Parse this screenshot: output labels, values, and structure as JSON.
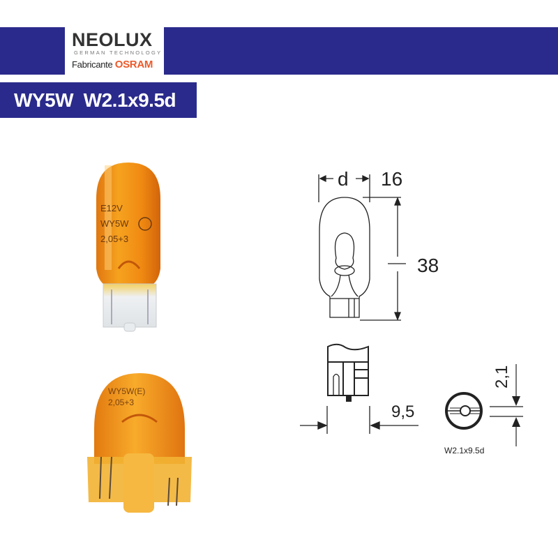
{
  "header": {
    "brand": "NEOLUX",
    "tagline": "GERMAN TECHNOLOGY",
    "maker_prefix": "Fabricante",
    "maker": "OSRAM",
    "colors": {
      "bar": "#2a2a8c",
      "osram": "#ec5b2b"
    }
  },
  "title": "WY5W  W2.1x9.5d",
  "photos": {
    "top": {
      "bulb_print": [
        "E12V",
        "WY5W",
        "2,05+3"
      ]
    },
    "bottom": {}
  },
  "diagram": {
    "diameter_label": "d",
    "diameter_value": "16",
    "length_value": "38",
    "base_width_value": "9,5",
    "pin_value": "2,1",
    "base_type": "W2.1x9.5d"
  }
}
